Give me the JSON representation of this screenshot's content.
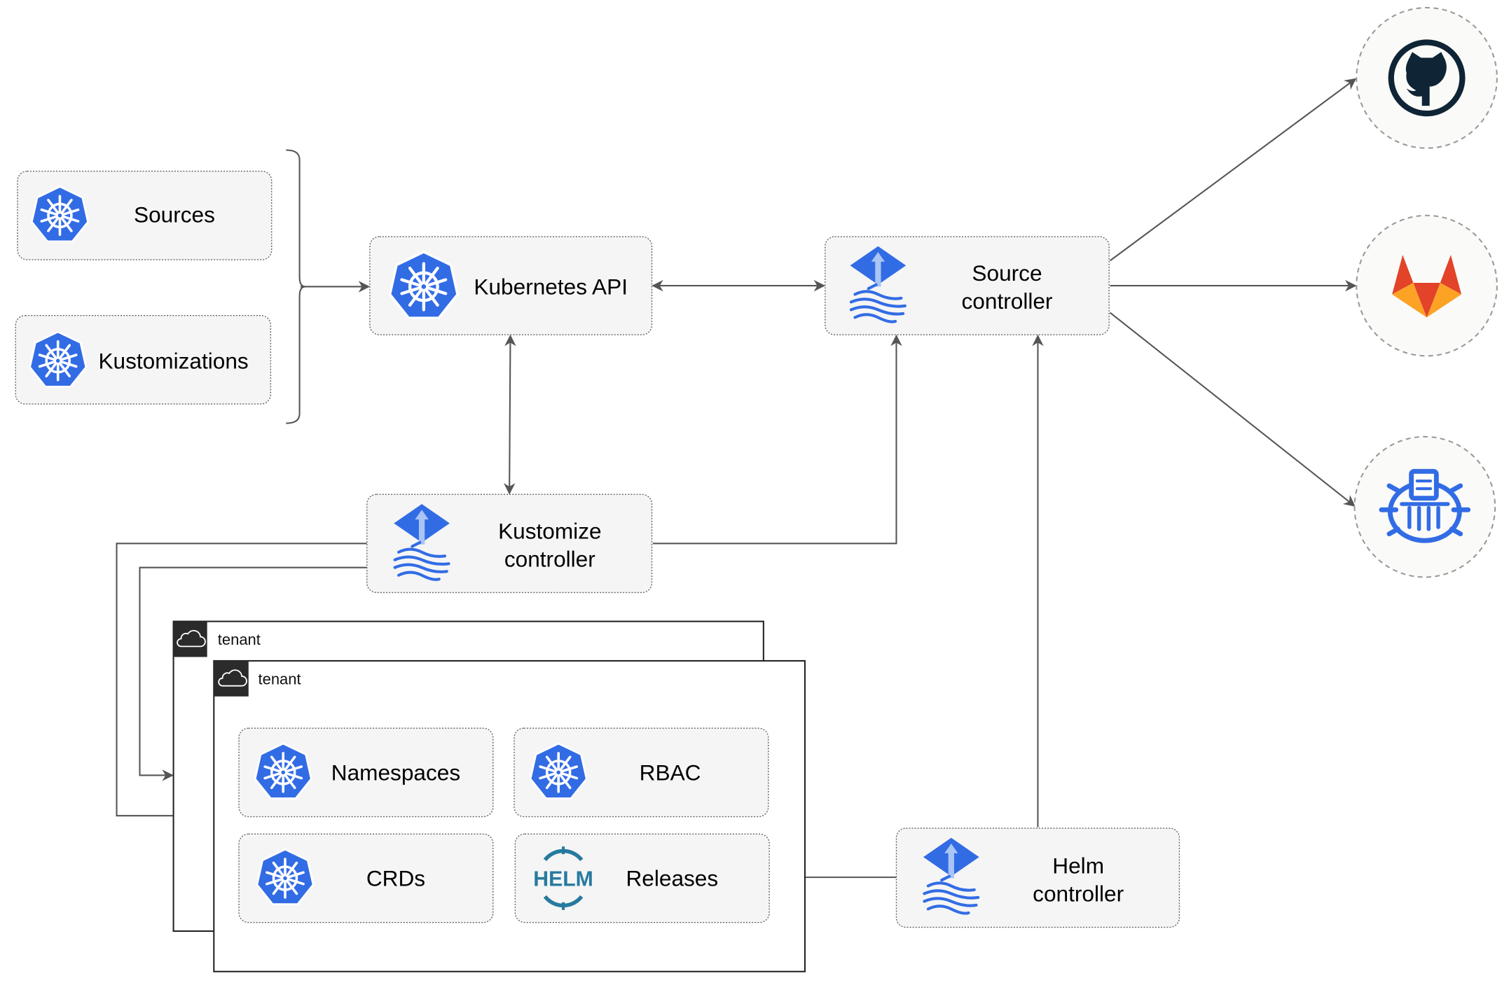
{
  "nodes": {
    "sources": "Sources",
    "kustomizations": "Kustomizations",
    "kubernetes_api": "Kubernetes API",
    "source_controller": [
      "Source",
      "controller"
    ],
    "kustomize_controller": [
      "Kustomize",
      "controller"
    ],
    "helm_controller": [
      "Helm",
      "controller"
    ],
    "namespaces": "Namespaces",
    "rbac": "RBAC",
    "crds": "CRDs",
    "releases": "Releases",
    "helm_logo_text": "HELM"
  },
  "tenants": [
    "tenant",
    "tenant"
  ],
  "external_sources": [
    {
      "name": "github",
      "icon": "github-icon"
    },
    {
      "name": "gitlab",
      "icon": "gitlab-icon"
    },
    {
      "name": "helm-repository",
      "icon": "helm-repo-icon"
    }
  ],
  "colors": {
    "k8s_blue": "#326CE5",
    "github": "#0F2536",
    "gitlab_orange": "#E24329",
    "gitlab_yellow": "#FCA326",
    "helm": "#277A9F"
  }
}
